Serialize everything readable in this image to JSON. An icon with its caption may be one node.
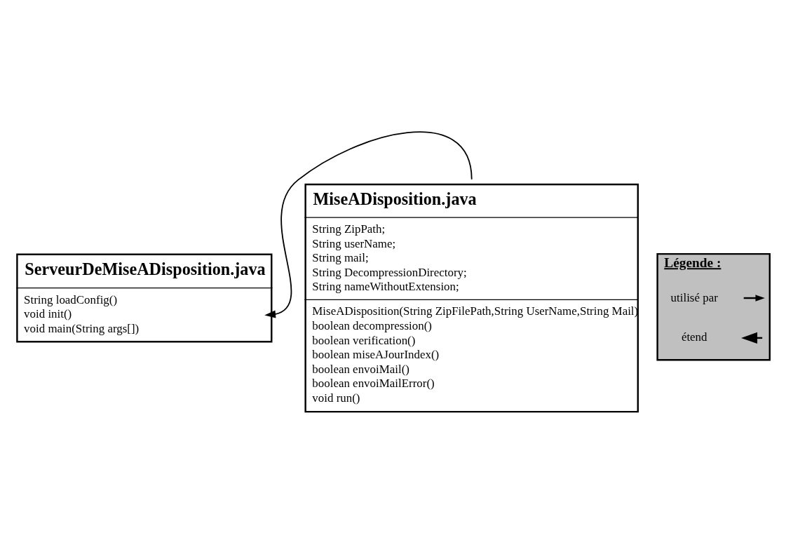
{
  "diagram": {
    "nodes": [
      {
        "text": [
          "ServeurDeMiseADisposition.java",
          "String loadConfig()",
          "void init()",
          "void main(String args[])"
        ]
      },
      {
        "text": [
          "MiseADisposition.java",
          "String ZipPath;",
          "String userName;",
          "String mail;",
          "String DecompressionDirectory;",
          "String nameWithoutExtension;",
          "MiseADisposition(String ZipFilePath,String UserName,String Mail)",
          "boolean decompression()",
          "boolean verification()",
          "boolean miseAJourIndex()",
          "boolean envoiMail()",
          "boolean envoiMailError()",
          "void run()"
        ]
      },
      {
        "text": [
          "Légende :"
        ]
      }
    ],
    "edges": [
      {
        "from": 1,
        "to": 0,
        "arrow": "to"
      }
    ],
    "legend": [
      {
        "text": "utilisé par"
      },
      {
        "text": "étend"
      }
    ]
  }
}
